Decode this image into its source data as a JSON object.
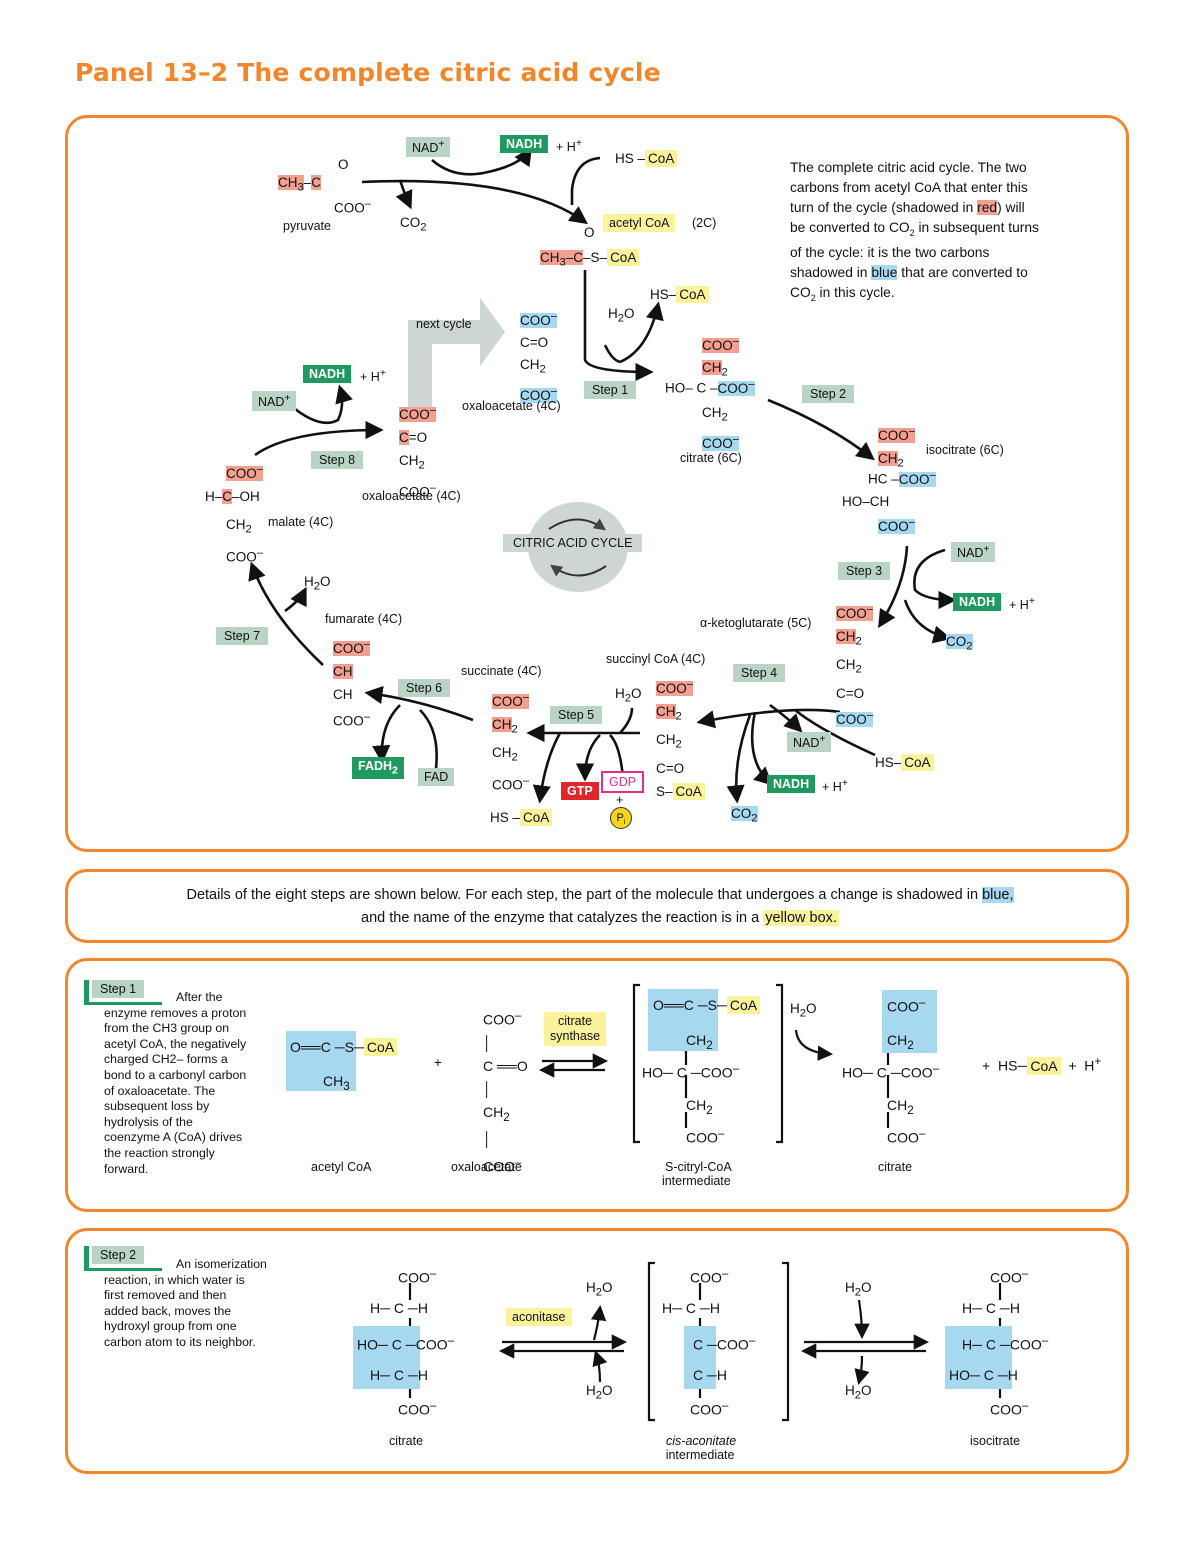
{
  "title": "Panel 13–2 The complete citric acid cycle",
  "cycle": {
    "description": "The complete citric acid cycle. The two carbons from acetyl CoA that enter this turn of the cycle (shadowed in red) will be converted to CO2 in subsequent turns of the cycle: it is the two carbons shadowed in blue that are converted to CO2 in this cycle.",
    "desc_lines": [
      "The complete citric acid cycle. The two",
      "carbons from acetyl CoA that enter this",
      "turn of the cycle (shadowed in",
      "red",
      ") will",
      "be converted to CO",
      "2",
      " in subsequent turns",
      "of the cycle: it is the two carbons",
      "shadowed in ",
      "blue",
      " that are converted to",
      "CO",
      "2",
      " in this cycle."
    ],
    "center_label": "CITRIC ACID CYCLE",
    "next_cycle": "next cycle",
    "steps": [
      "Step 1",
      "Step 2",
      "Step 3",
      "Step 4",
      "Step 5",
      "Step 6",
      "Step 7",
      "Step 8"
    ],
    "compounds": {
      "pyruvate": "pyruvate",
      "acetyl_coa": "acetyl CoA",
      "acetyl_coa_carbons": "(2C)",
      "oxaloacetate_top": "oxaloacetate (4C)",
      "oxaloacetate_left": "oxaloacetate (4C)",
      "citrate": "citrate (6C)",
      "isocitrate": "isocitrate (6C)",
      "ketoglutarate": "α-ketoglutarate (5C)",
      "succinyl_coa": "succinyl CoA (4C)",
      "succinate": "succinate (4C)",
      "fumarate": "fumarate (4C)",
      "malate": "malate (4C)"
    },
    "cofactors": {
      "nad": "NAD+",
      "nadh": "NADH",
      "h_plus": "+ H+",
      "co2": "CO2",
      "hs_coa": "HS–CoA",
      "h2o": "H2O",
      "gtp": "GTP",
      "gdp": "GDP",
      "pi": "Pi",
      "fadh2": "FADH2",
      "fad": "FAD"
    }
  },
  "details": {
    "line1_prefix": "Details of the eight steps are shown below. For each step, the part of the molecule that undergoes a change is shadowed in",
    "blue_word": "blue,",
    "line2_prefix": "and the name of the enzyme that catalyzes the reaction is in a",
    "yellow_word": "yellow box."
  },
  "step1": {
    "label": "Step 1",
    "text": "After the enzyme removes a proton from the CH3 group on acetyl CoA, the negatively charged CH2– forms a bond to a carbonyl carbon of oxaloacetate. The subsequent loss by hydrolysis of the coenzyme A (CoA) drives the reaction strongly forward.",
    "text_lines": [
      "After the",
      "enzyme removes a proton",
      "from the CH3 group on",
      "acetyl CoA, the negatively",
      "charged CH2– forms a",
      "bond to a carbonyl carbon",
      "of oxaloacetate. The",
      "subsequent loss by",
      "hydrolysis of the",
      "coenzyme A (CoA) drives",
      "the reaction strongly",
      "forward."
    ],
    "enzyme": "citrate synthase",
    "enzyme_lines": [
      "citrate",
      "synthase"
    ],
    "labels": [
      "acetyl CoA",
      "oxaloacetate",
      "S-citryl-CoA",
      "intermediate",
      "citrate"
    ],
    "products": "+ HS–CoA + H+"
  },
  "step2": {
    "label": "Step 2",
    "text": "An isomerization reaction, in which water is first removed and then added back, moves the hydroxyl group from one carbon atom to its neighbor.",
    "text_lines": [
      "An isomerization",
      "reaction, in which water is",
      "first removed and then",
      "added back, moves the",
      "hydroxyl group from one",
      "carbon atom to its neighbor."
    ],
    "enzyme": "aconitase",
    "labels": [
      "citrate",
      "cis-aconitate",
      "intermediate",
      "isocitrate"
    ]
  },
  "colors": {
    "accent": "#f2862a",
    "red_highlight": "#f4a090",
    "blue_highlight": "#a6d8f0",
    "step_box": "#b9d4c4",
    "nadh_green": "#1e9a60",
    "enzyme_yellow": "#fbf29c",
    "gtp_red": "#e0262d",
    "gdp_pink": "#e4308a"
  }
}
